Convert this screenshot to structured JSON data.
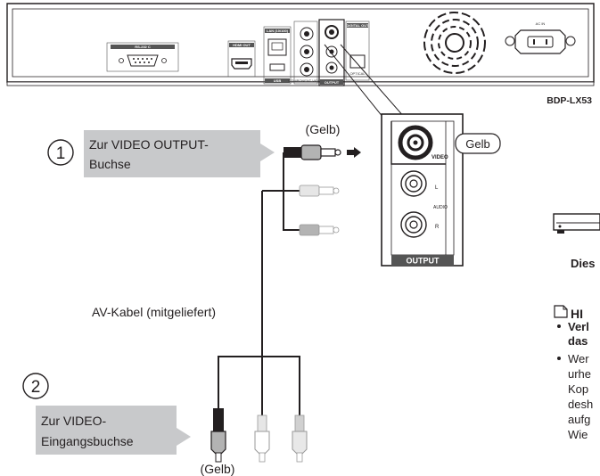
{
  "panel": {
    "rs232c_label": "RS-232 C",
    "hdmi_out_label": "HDMI OUT",
    "lan_label": "LAN (10/100)",
    "usb_label": "USB",
    "component_label": "COMPONENT VIDEO",
    "output_label": "OUTPUT",
    "digital_label": "DIGITAL OUT",
    "optical_label": "OPTICAL",
    "ac_in_label": "AC IN",
    "model": "BDP-LX53"
  },
  "zoom": {
    "video_label": "VIDEO",
    "l_label": "L",
    "audio_label": "AUDIO",
    "r_label": "R",
    "output_label": "OUTPUT",
    "gelb_label": "Gelb"
  },
  "callouts": {
    "step1_number": "①",
    "step1_text_line1": "Zur VIDEO OUTPUT-",
    "step1_text_line2": "Buchse",
    "step2_number": "②",
    "step2_text_line1": "Zur VIDEO-",
    "step2_text_line2": "Eingangsbuchse",
    "gelb_top": "(Gelb)",
    "gelb_bottom": "(Gelb)",
    "cable_label": "AV-Kabel (mitgeliefert)"
  },
  "side_text": {
    "dies": "Dies",
    "hint_heading": "HI",
    "bullet1_line1": "Verl",
    "bullet1_line2": "das",
    "bullet2_line1": "Wer",
    "bullet2_line2": "urhe",
    "bullet2_line3": "Kop",
    "bullet2_line4": "desh",
    "bullet2_line5": "aufg",
    "bullet2_line6": "Wie"
  },
  "colors": {
    "callout_fill": "#c8c9cb",
    "line": "#231f20",
    "plug_gray": "#b3b3b3"
  }
}
